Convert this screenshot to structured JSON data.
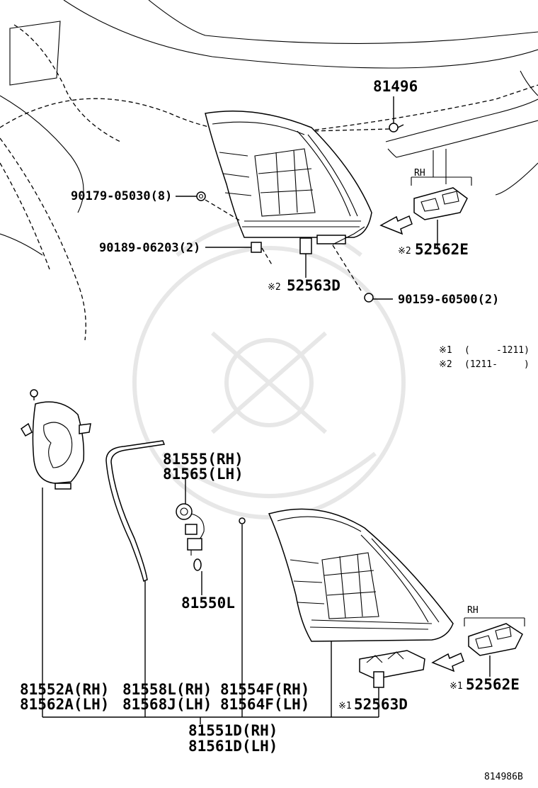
{
  "labels": {
    "p81496": "81496",
    "p90179": "90179-05030(8)",
    "p90189": "90189-06203(2)",
    "p52563_top": "52563D",
    "p52562_top": "52562E",
    "p90159": "90159-60500(2)",
    "rh_top": "RH",
    "rh_bottom": "RH",
    "note1_mark": "※1",
    "note1_open": "(",
    "note1_range": "-1211)",
    "note2_mark": "※2",
    "note2_range": "(1211-",
    "note2_close": ")",
    "mark_top_52562": "※2",
    "mark_top_52563": "※2",
    "mark_bot_52562": "※1",
    "mark_bot_52563": "※1",
    "p81555": "81555(RH)",
    "p81565": "81565(LH)",
    "p81550": "81550L",
    "p81552": "81552A(RH)",
    "p81562": "81562A(LH)",
    "p81558": "81558L(RH)",
    "p81568": "81568J(LH)",
    "p81554": "81554F(RH)",
    "p81564": "81564F(LH)",
    "p52563_bot": "52563D",
    "p52562_bot": "52562E",
    "p81551": "81551D(RH)",
    "p81561": "81561D(LH)",
    "figure_code": "814986B"
  }
}
